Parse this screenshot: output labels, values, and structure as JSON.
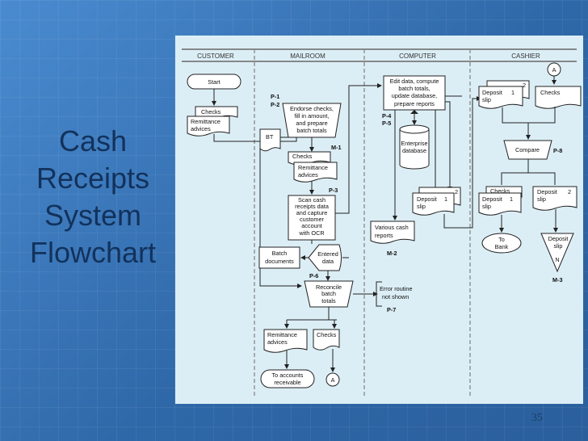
{
  "slide": {
    "title_lines": [
      "Cash",
      "Receipts",
      "System",
      "Flowchart"
    ],
    "page_number": "35"
  },
  "lanes": [
    "CUSTOMER",
    "MAILROOM",
    "COMPUTER",
    "CASHIER"
  ],
  "nodes": {
    "start": "Start",
    "cust_checks": "Checks",
    "cust_remit": [
      "Remittance",
      "advices"
    ],
    "endorse": [
      "Endorse checks,",
      "fill in amount,",
      "and prepare",
      "batch totals"
    ],
    "bt": "BT",
    "mail_checks": "Checks",
    "mail_remit": [
      "Remittance",
      "advices"
    ],
    "scan": [
      "Scan cash",
      "receipts data",
      "and capture",
      "customer",
      "account",
      "with OCR"
    ],
    "batch_docs": [
      "Batch",
      "documents"
    ],
    "entered_data": [
      "Entered",
      "data"
    ],
    "reconcile": [
      "Reconcile",
      "batch",
      "totals"
    ],
    "error": [
      "Error routine",
      "not shown"
    ],
    "out_remit": [
      "Remittance",
      "advices"
    ],
    "out_checks": "Checks",
    "to_ar": [
      "To accounts",
      "receivable"
    ],
    "connector_a": "A",
    "edit": [
      "Edit data, compute",
      "batch totals,",
      "update database,",
      "prepare reports"
    ],
    "database": [
      "Enterprise",
      "database"
    ],
    "deposit_slip": [
      "Deposit",
      "slip"
    ],
    "reports": [
      "Various cash",
      "reports"
    ],
    "cash_deposit": [
      "Deposit",
      "slip"
    ],
    "cash_checks": "Checks",
    "compare": "Compare",
    "cash_checks2": "Checks",
    "cash_deposit2": [
      "Deposit",
      "slip"
    ],
    "cash_deposit3": [
      "Deposit",
      "slip"
    ],
    "to_bank": [
      "To",
      "Bank"
    ],
    "file_n": "N",
    "deposit_file": [
      "Deposit",
      "slip"
    ],
    "copy1": "1",
    "copy2": "2"
  },
  "step_labels": {
    "p1": "P-1",
    "p2": "P-2",
    "p3": "P-3",
    "p4": "P-4",
    "p5": "P-5",
    "p6": "P-6",
    "p7": "P-7",
    "p8": "P-8",
    "m1": "M-1",
    "m2": "M-2",
    "m3": "M-3"
  },
  "colors": {
    "slide_background": "#3a76b7",
    "title_text": "#12325c",
    "diagram_background": "#dceef5"
  }
}
